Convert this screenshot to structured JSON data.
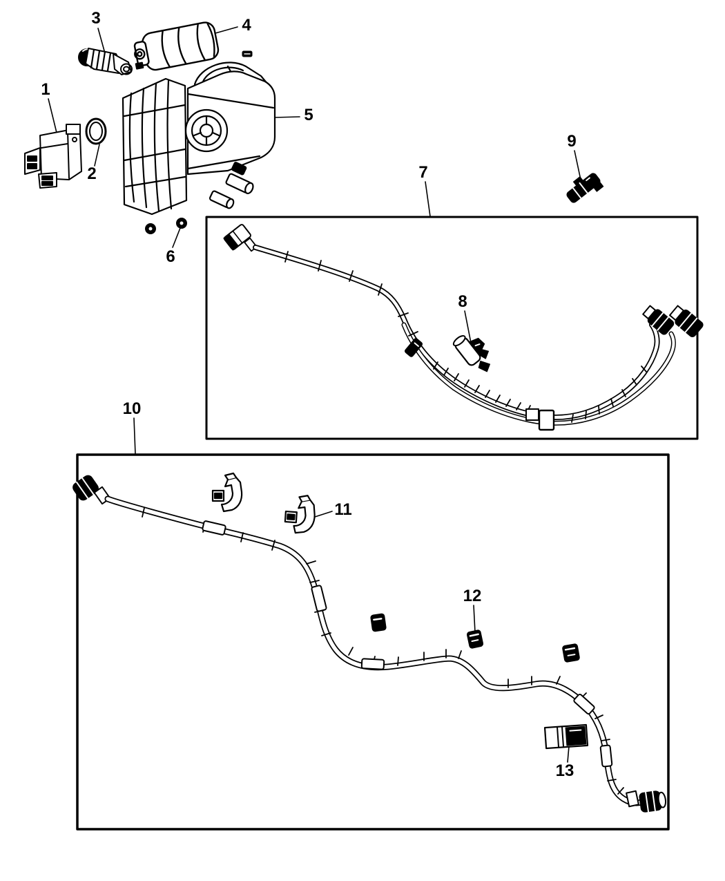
{
  "diagram": {
    "kind": "exploded-parts-line-diagram",
    "background_color": "#ffffff",
    "line_color": "#000000",
    "callouts": [
      {
        "label": "1",
        "part": "valve-drawing"
      },
      {
        "label": "2",
        "part": "o-ring-drawing"
      },
      {
        "label": "3",
        "part": "hose-elbow-fitting-drawing"
      },
      {
        "label": "4",
        "part": "filter-canister-drawing"
      },
      {
        "label": "5",
        "part": "vapor-canister-assembly-drawing"
      },
      {
        "label": "6",
        "part": "mounting-nut-drawing"
      },
      {
        "label": "7",
        "part": "upper-fuel-line-detail-box"
      },
      {
        "label": "8",
        "part": "line-clip-drawing"
      },
      {
        "label": "9",
        "part": "line-clip-drawing"
      },
      {
        "label": "10",
        "part": "lower-fuel-line-detail-box"
      },
      {
        "label": "11",
        "part": "retainer-clip-drawing"
      },
      {
        "label": "12",
        "part": "line-clip-drawing"
      },
      {
        "label": "13",
        "part": "line-sleeve-drawing"
      }
    ]
  }
}
